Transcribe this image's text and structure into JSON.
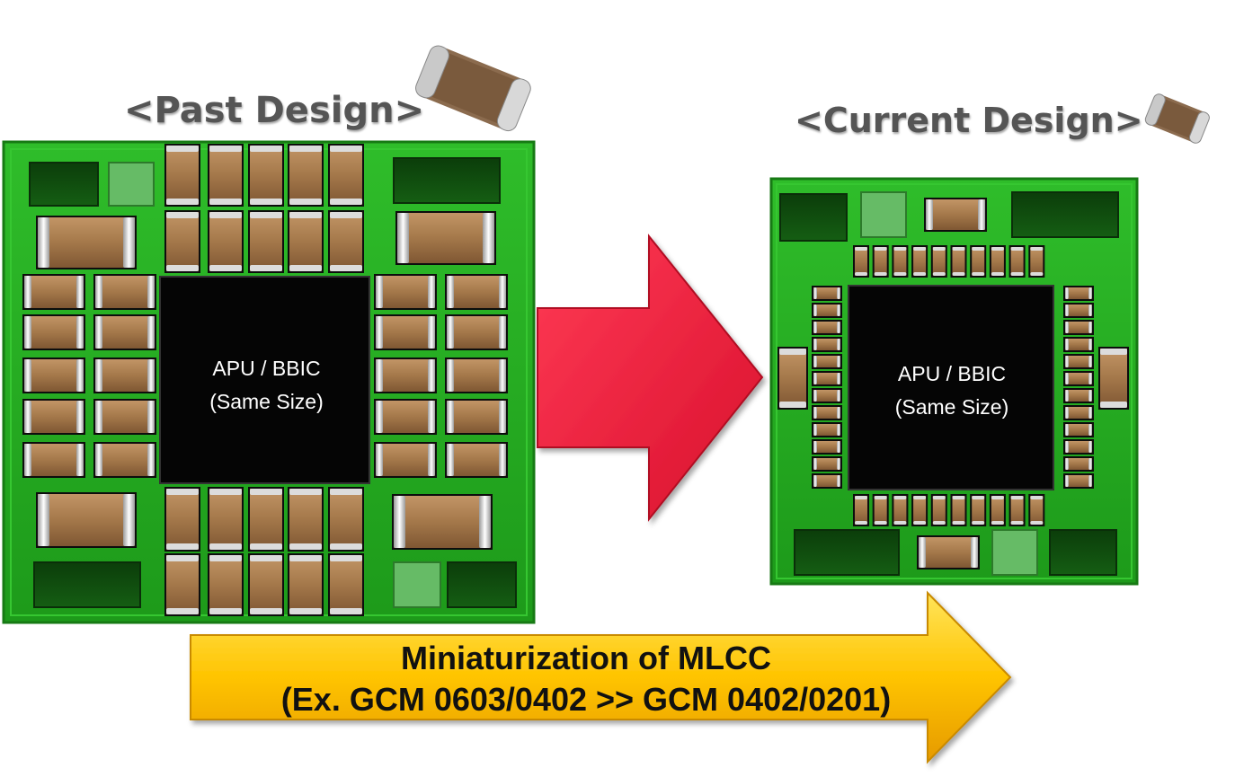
{
  "past": {
    "title": "<Past Design>",
    "chip_line1": "APU / BBIC",
    "chip_line2": "(Same Size)"
  },
  "current": {
    "title": "<Current Design>",
    "chip_line1": "APU / BBIC",
    "chip_line2": "(Same Size)"
  },
  "arrow": {
    "line1": "Miniaturization of MLCC",
    "line2": "(Ex. GCM 0603/0402 >> GCM 0402/0201)"
  },
  "colors": {
    "board": "#22a81e",
    "board_edge": "#177a14",
    "chip": "#050505",
    "mlcc_body": "#a4784a",
    "mlcc_term": "#e6e6e6",
    "pad_dark": "#0f4f0e",
    "pad_light": "#66bb66",
    "red_arrow": "#ef1f3e",
    "yellow_arrow": "#ffc400"
  }
}
